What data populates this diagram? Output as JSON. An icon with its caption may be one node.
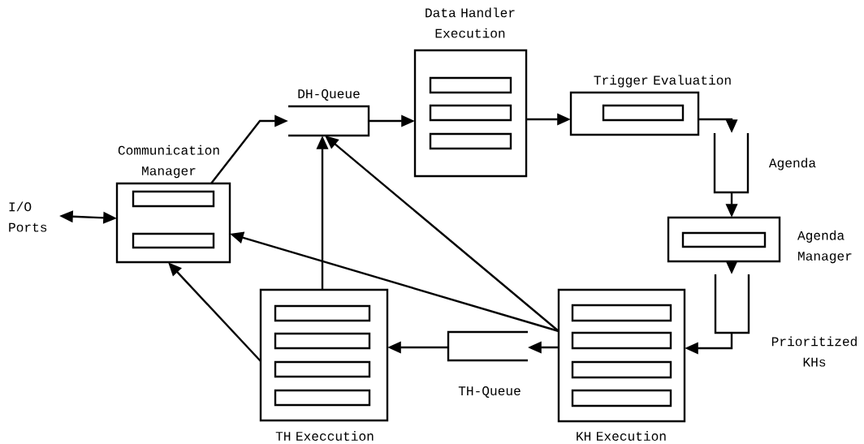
{
  "diagram": {
    "nodes": [
      {
        "text": [
          "Data Handler Execution"
        ]
      },
      {
        "text": [
          "DH-Queue"
        ]
      },
      {
        "text": [
          "Trigger Evaluation"
        ]
      },
      {
        "text": [
          "Communication Manager"
        ]
      },
      {
        "text": [
          "I/O Ports"
        ]
      },
      {
        "text": [
          "Agenda"
        ]
      },
      {
        "text": [
          "Agenda Manager"
        ]
      },
      {
        "text": [
          "Prioritized KHs"
        ]
      },
      {
        "text": [
          "TH Execcution"
        ]
      },
      {
        "text": [
          "TH-Queue"
        ]
      },
      {
        "text": [
          "KH Execution"
        ]
      }
    ],
    "edges": [
      {
        "from": 4,
        "to": 3,
        "arrow": "both"
      },
      {
        "from": 3,
        "to": 1,
        "arrow": "to"
      },
      {
        "from": 1,
        "to": 0,
        "arrow": "to"
      },
      {
        "from": 0,
        "to": 2,
        "arrow": "to"
      },
      {
        "from": 2,
        "to": 5,
        "arrow": "to"
      },
      {
        "from": 5,
        "to": 6,
        "arrow": "to"
      },
      {
        "from": 6,
        "to": 7,
        "arrow": "to"
      },
      {
        "from": 7,
        "to": 10,
        "arrow": "to"
      },
      {
        "from": 10,
        "to": 9,
        "arrow": "to"
      },
      {
        "from": 9,
        "to": 8,
        "arrow": "to"
      },
      {
        "from": 8,
        "to": 1,
        "arrow": "to"
      },
      {
        "from": 8,
        "to": 3,
        "arrow": "to"
      },
      {
        "from": 10,
        "to": 1,
        "arrow": "to"
      },
      {
        "from": 10,
        "to": 3,
        "arrow": "to"
      }
    ]
  }
}
